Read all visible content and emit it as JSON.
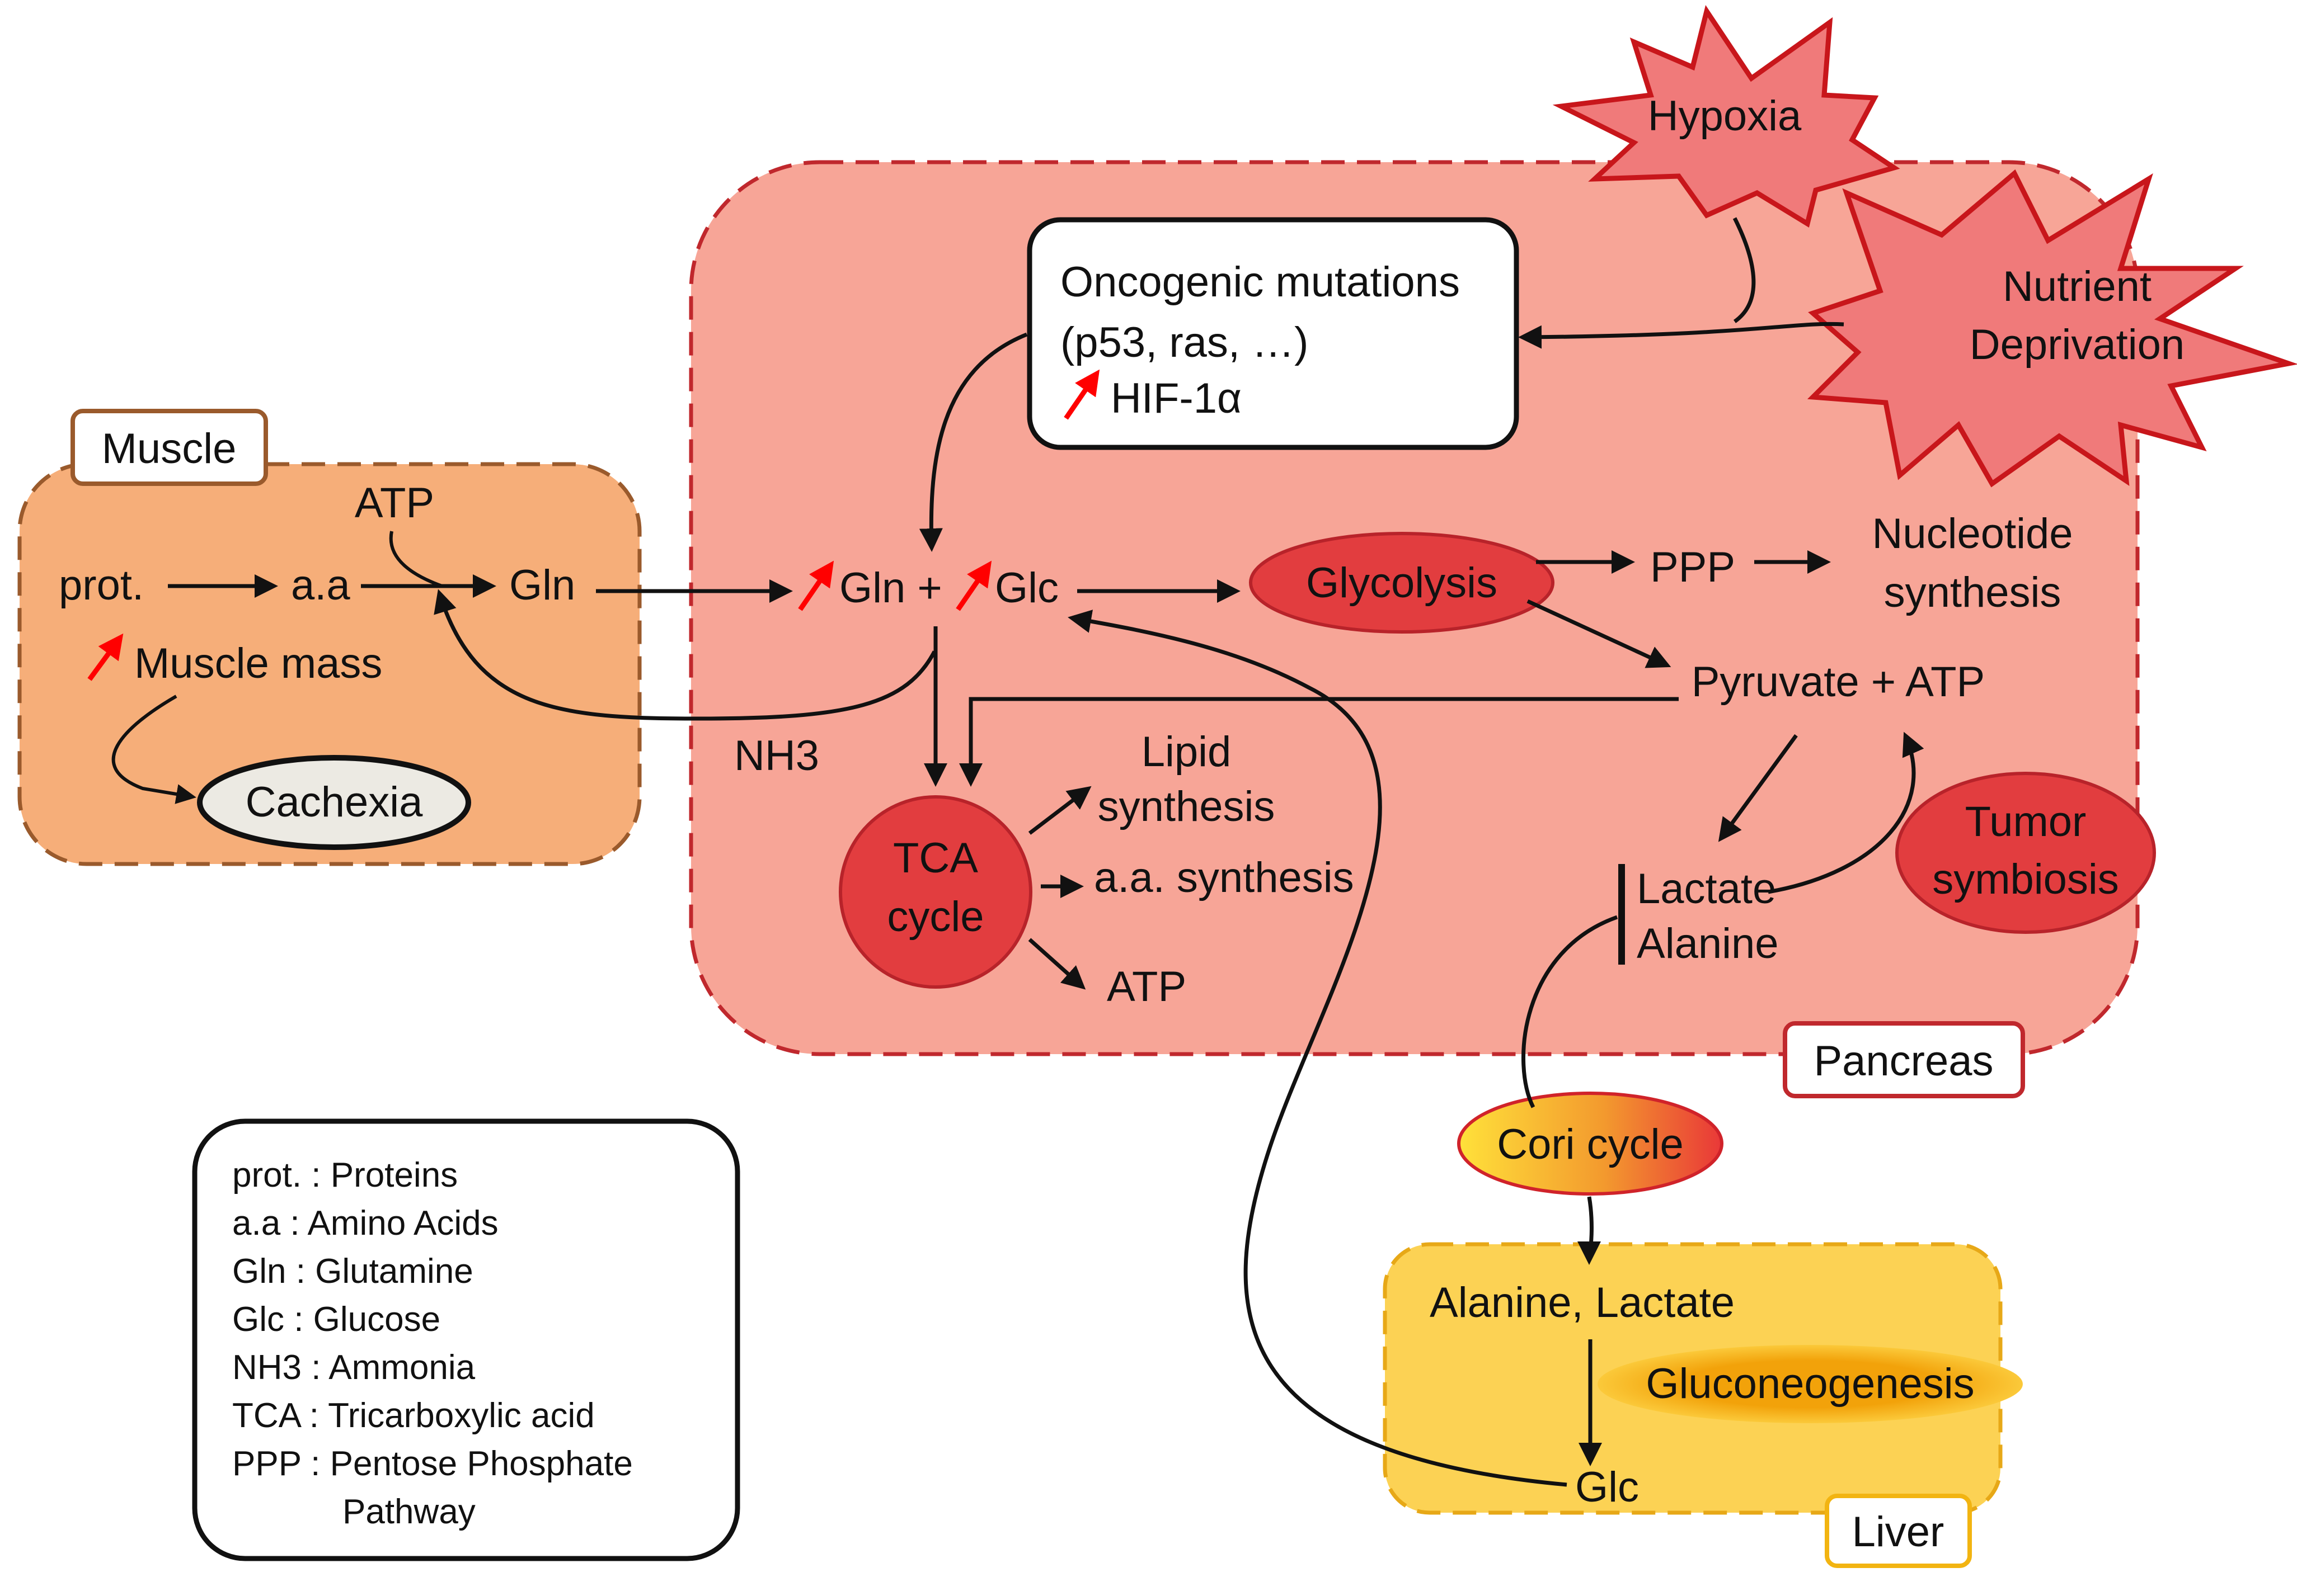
{
  "colors": {
    "pancreas_fill": "#f7a597",
    "pancreas_border": "#c0282d",
    "muscle_fill": "#f6ae79",
    "muscle_border": "#9a5a2c",
    "liver_fill": "#fcd254",
    "liver_border": "#e7a817",
    "red_node": "#e23d3f",
    "star_fill": "#f07a7a",
    "star_border": "#c8161b",
    "cachexia_fill": "#eceae3",
    "increase_arrow": "#ff0000",
    "cori_gradient": [
      "#ffe13a",
      "#e93838"
    ]
  },
  "labels": {
    "muscle": "Muscle",
    "pancreas": "Pancreas",
    "liver": "Liver",
    "hypoxia": "Hypoxia",
    "nutrient": "Nutrient",
    "deprivation": "Deprivation",
    "oncogenic_l1": "Oncogenic mutations",
    "oncogenic_l2": "(p53, ras, …)",
    "hif": "HIF-1α",
    "atp_muscle": "ATP",
    "prot": "prot.",
    "aa": "a.a",
    "gln_muscle": "Gln",
    "muscle_mass": "Muscle mass",
    "cachexia": "Cachexia",
    "gln_glc": "Gln +",
    "glc": "Glc",
    "nh3": "NH3",
    "glycolysis": "Glycolysis",
    "ppp": "PPP",
    "nucleotide": "Nucleotide",
    "synthesis": "synthesis",
    "pyruvate": "Pyruvate + ATP",
    "tca_l1": "TCA",
    "tca_l2": "cycle",
    "lipid": "Lipid",
    "lipid_synth": "synthesis",
    "aa_synth": "a.a. synthesis",
    "atp_tca": "ATP",
    "lactate": "Lactate",
    "alanine": "Alanine",
    "tumor": "Tumor",
    "symbiosis": "symbiosis",
    "cori": "Cori cycle",
    "alanine_lactate": "Alanine, Lactate",
    "gluconeogenesis": "Gluconeogenesis",
    "glc_liver": "Glc"
  },
  "legend": [
    "prot. : Proteins",
    "a.a : Amino Acids",
    "Gln : Glutamine",
    "Glc : Glucose",
    "NH3 : Ammonia",
    "TCA : Tricarboxylic acid",
    "PPP : Pentose Phosphate",
    "Pathway"
  ]
}
